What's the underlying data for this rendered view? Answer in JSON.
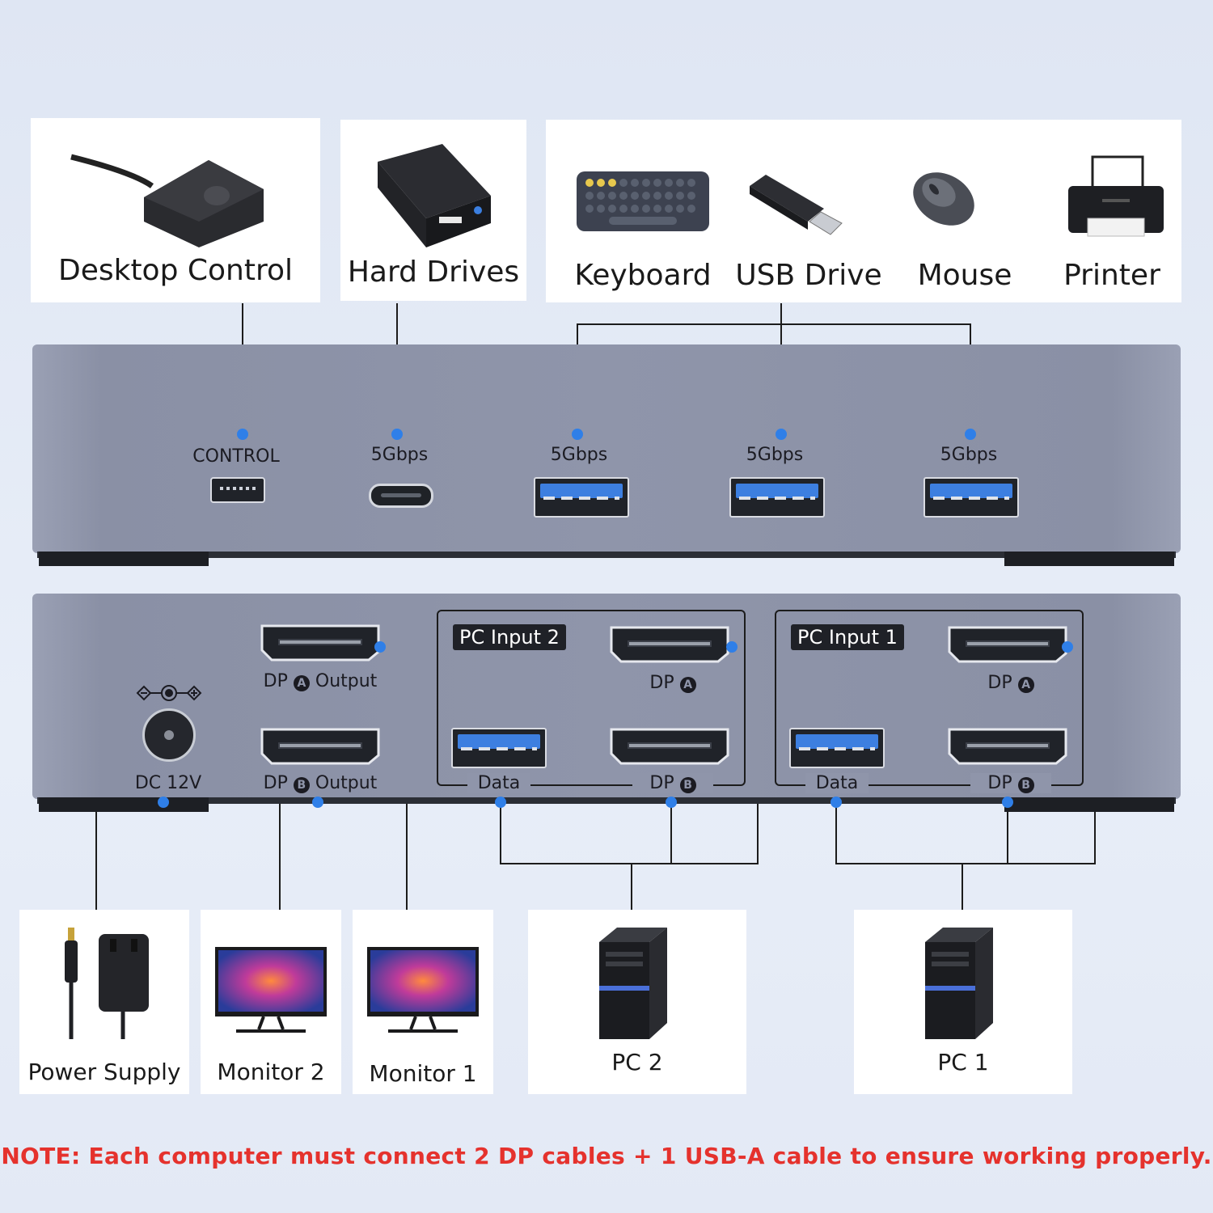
{
  "top_cards": {
    "desktop_control": "Desktop Control",
    "hard_drives": "Hard Drives",
    "keyboard": "Keyboard",
    "usb_drive": "USB Drive",
    "mouse": "Mouse",
    "printer": "Printer"
  },
  "front_panel": {
    "control": "CONTROL",
    "usbc_speed": "5Gbps",
    "usba1_speed": "5Gbps",
    "usba2_speed": "5Gbps",
    "usba3_speed": "5Gbps"
  },
  "back_panel": {
    "dc_label": "DC 12V",
    "dp_a_output_prefix": "DP",
    "dp_a_output_badge": "A",
    "dp_a_output_suffix": "Output",
    "dp_b_output_prefix": "DP",
    "dp_b_output_badge": "B",
    "dp_b_output_suffix": "Output",
    "pc_input_2": {
      "tag": "PC Input 2",
      "dp_a_prefix": "DP",
      "dp_a_badge": "A",
      "data": "Data",
      "dp_b_prefix": "DP",
      "dp_b_badge": "B"
    },
    "pc_input_1": {
      "tag": "PC Input 1",
      "dp_a_prefix": "DP",
      "dp_a_badge": "A",
      "data": "Data",
      "dp_b_prefix": "DP",
      "dp_b_badge": "B"
    }
  },
  "bottom_cards": {
    "power_supply": "Power Supply",
    "monitor_2": "Monitor 2",
    "monitor_1": "Monitor 1",
    "pc_2": "PC 2",
    "pc_1": "PC 1"
  },
  "note": "NOTE: Each computer must connect 2 DP cables + 1 USB-A cable to ensure working properly.",
  "colors": {
    "accent_dot": "#2f7fe8",
    "note_red": "#e5322d",
    "device_body": "#8f95aa",
    "usb_blue": "#3d7fe0"
  }
}
